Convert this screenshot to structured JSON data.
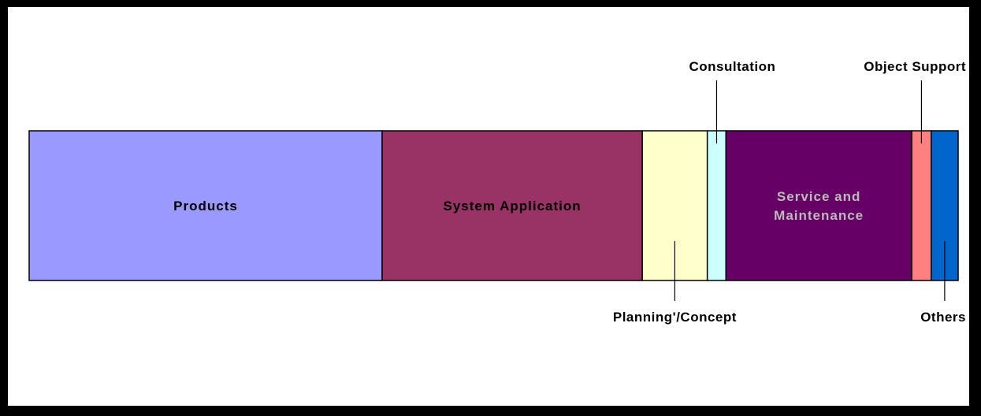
{
  "chart_data": {
    "type": "bar",
    "orientation": "horizontal-stacked",
    "series": [
      {
        "name": "Products",
        "value": 38.0,
        "color": "#9999FF",
        "label_lines": [
          "Products"
        ],
        "label_placement": "inside"
      },
      {
        "name": "System Application",
        "value": 28.0,
        "color": "#993366",
        "label_lines": [
          "System Application"
        ],
        "label_placement": "inside"
      },
      {
        "name": "Planning'/Concept",
        "value": 7.0,
        "color": "#FFFFCC",
        "label_lines": [
          "Planning'/Concept"
        ],
        "label_placement": "below"
      },
      {
        "name": "Consultation",
        "value": 2.0,
        "color": "#CCFFFF",
        "label_lines": [
          "Consultation"
        ],
        "label_placement": "above"
      },
      {
        "name": "Service and Maintenance",
        "value": 20.0,
        "color": "#660066",
        "label_lines": [
          "Service and",
          "Maintenance"
        ],
        "label_placement": "inside"
      },
      {
        "name": "Object Support",
        "value": 2.1,
        "color": "#FF8080",
        "label_lines": [
          "Object Support"
        ],
        "label_placement": "above"
      },
      {
        "name": "Others",
        "value": 2.9,
        "color": "#0066CC",
        "label_lines": [
          "Others"
        ],
        "label_placement": "below"
      }
    ],
    "total": 100,
    "border_color": "#000000",
    "inside_label_colors": {
      "Products": "#000000",
      "System Application": "#000000",
      "Service and Maintenance": "#BBBBBB"
    },
    "grid": false,
    "legend": "none"
  }
}
